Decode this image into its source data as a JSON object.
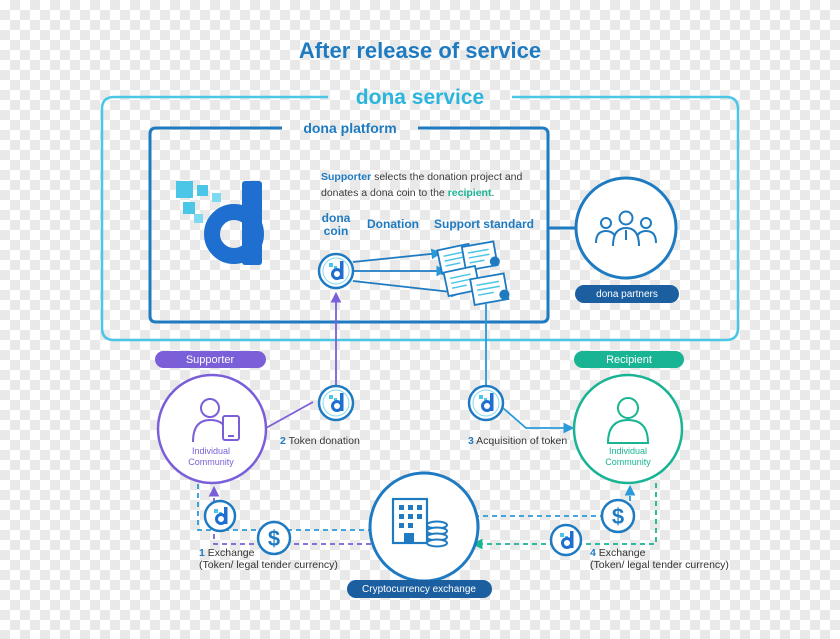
{
  "title": "After release of service",
  "service_label": "dona service",
  "platform_label": "dona platform",
  "description": {
    "line1_highlight": "Supporter",
    "line1_rest": " selects the donation project and",
    "line2_pre": "donates a dona coin to the ",
    "line2_highlight": "recipient",
    "line2_post": "."
  },
  "flow_labels": {
    "dona_coin_line1": "dona",
    "dona_coin_line2": "coin",
    "donation": "Donation",
    "support_standard": "Support standard"
  },
  "partners_label": "dona partners",
  "supporter": {
    "badge": "Supporter",
    "line1": "Individual",
    "line2": "Community"
  },
  "recipient": {
    "badge": "Recipient",
    "line1": "Individual",
    "line2": "Community"
  },
  "steps": {
    "step2_num": "2",
    "step2_text": " Token donation",
    "step3_num": "3",
    "step3_text": " Acquisition of token",
    "step1_num": "1",
    "step1_text": " Exchange",
    "step1_sub": "(Token/ legal tender currency)",
    "step4_num": "4",
    "step4_text": " Exchange",
    "step4_sub": "(Token/ legal tender currency)"
  },
  "exchange_label": "Cryptocurrency exchange",
  "colors": {
    "dark_blue": "#1e7bc2",
    "light_blue": "#2bb5dd",
    "purple": "#7b5fd9",
    "green": "#19b494",
    "navy_pill": "#1c5fa0"
  },
  "icons": [
    "dona-logo-icon",
    "dona-coin-icon",
    "document-stack-icon",
    "people-group-icon",
    "person-phone-icon",
    "person-icon",
    "dollar-coin-icon",
    "building-coins-icon"
  ]
}
